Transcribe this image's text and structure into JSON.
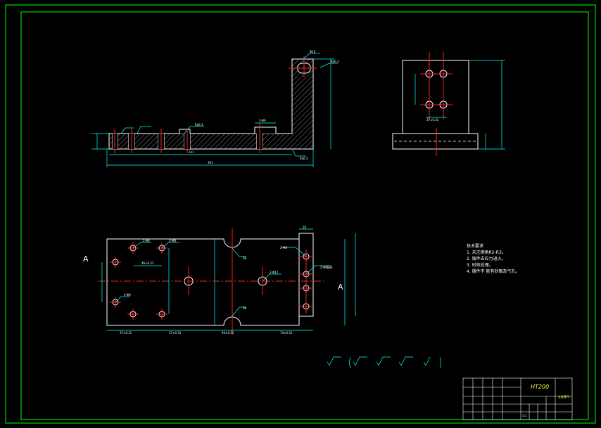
{
  "colors": {
    "background": "#000000",
    "frame": "#00ff00",
    "outline": "#ffffff",
    "centerline": "#ff2020",
    "dimension": "#00ffff",
    "hatch": "#ffffff",
    "text": "#ffffff",
    "title_text": "#ffff40"
  },
  "views": {
    "section_label_left": "A",
    "section_label_right": "A"
  },
  "tech_requirements": {
    "heading": "技术要求",
    "items": [
      "1. 未注倒角R2-R3。",
      "2. 铸件去应力退火。",
      "3. 时效处理。",
      "4. 铸件不 能有砂眼及气孔。"
    ]
  },
  "title_block": {
    "material": "HT200",
    "part_name": "支架零件",
    "scale": "1:1"
  }
}
